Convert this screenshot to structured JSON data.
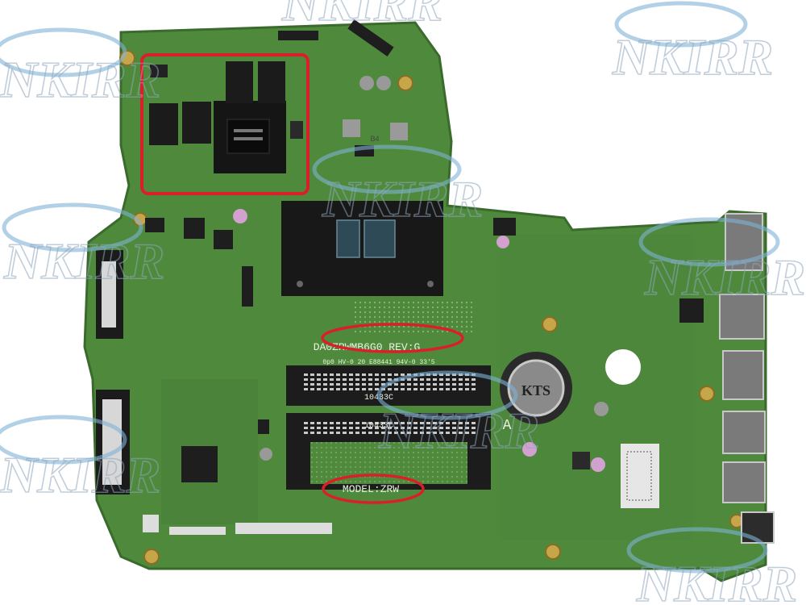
{
  "board": {
    "part_label": "DA0ZRWMB6G0 REV:G",
    "marking_line": "0p0 HV-0 20 E88441 94V-0 33'5",
    "model_label": "MODEL:ZRW",
    "dimm_label_upper": "10433C",
    "dimm_label_lower": "10433C",
    "battery_mark": "KTS",
    "a_mark": "A",
    "sticker_mark": "B4"
  },
  "watermark": {
    "text": "NKIRR"
  },
  "colors": {
    "pcb": "#4f8a3c",
    "pcb_dark": "#3f7331",
    "highlight": "#d9202a",
    "chip": "#161616",
    "watermark": "#8fa7bd"
  }
}
